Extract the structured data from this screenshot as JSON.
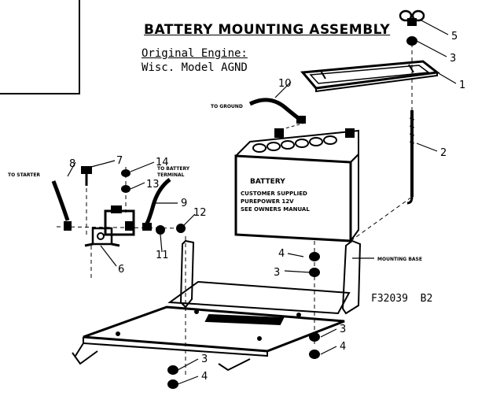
{
  "title": "BATTERY MOUNTING ASSEMBLY",
  "engine_line1": "Original Engine:",
  "engine_line2": "Wisc. Model AGND",
  "figure_code": "F32039",
  "figure_rev": "B2",
  "labels": {
    "to_ground": "TO GROUND",
    "to_starter": "TO STARTER",
    "to_battery_terminal_1": "TO BATTERY",
    "to_battery_terminal_2": "TERMINAL",
    "mounting_base": "MOUNTING BASE",
    "battery": "BATTERY",
    "battery_text_1": "CUSTOMER SUPPLIED",
    "battery_text_2": "PUREPOWER 12V",
    "battery_text_3": "SEE OWNERS MANUAL"
  },
  "callouts": [
    "1",
    "2",
    "3",
    "4",
    "5",
    "6",
    "7",
    "8",
    "9",
    "10",
    "11",
    "12",
    "13",
    "14"
  ]
}
